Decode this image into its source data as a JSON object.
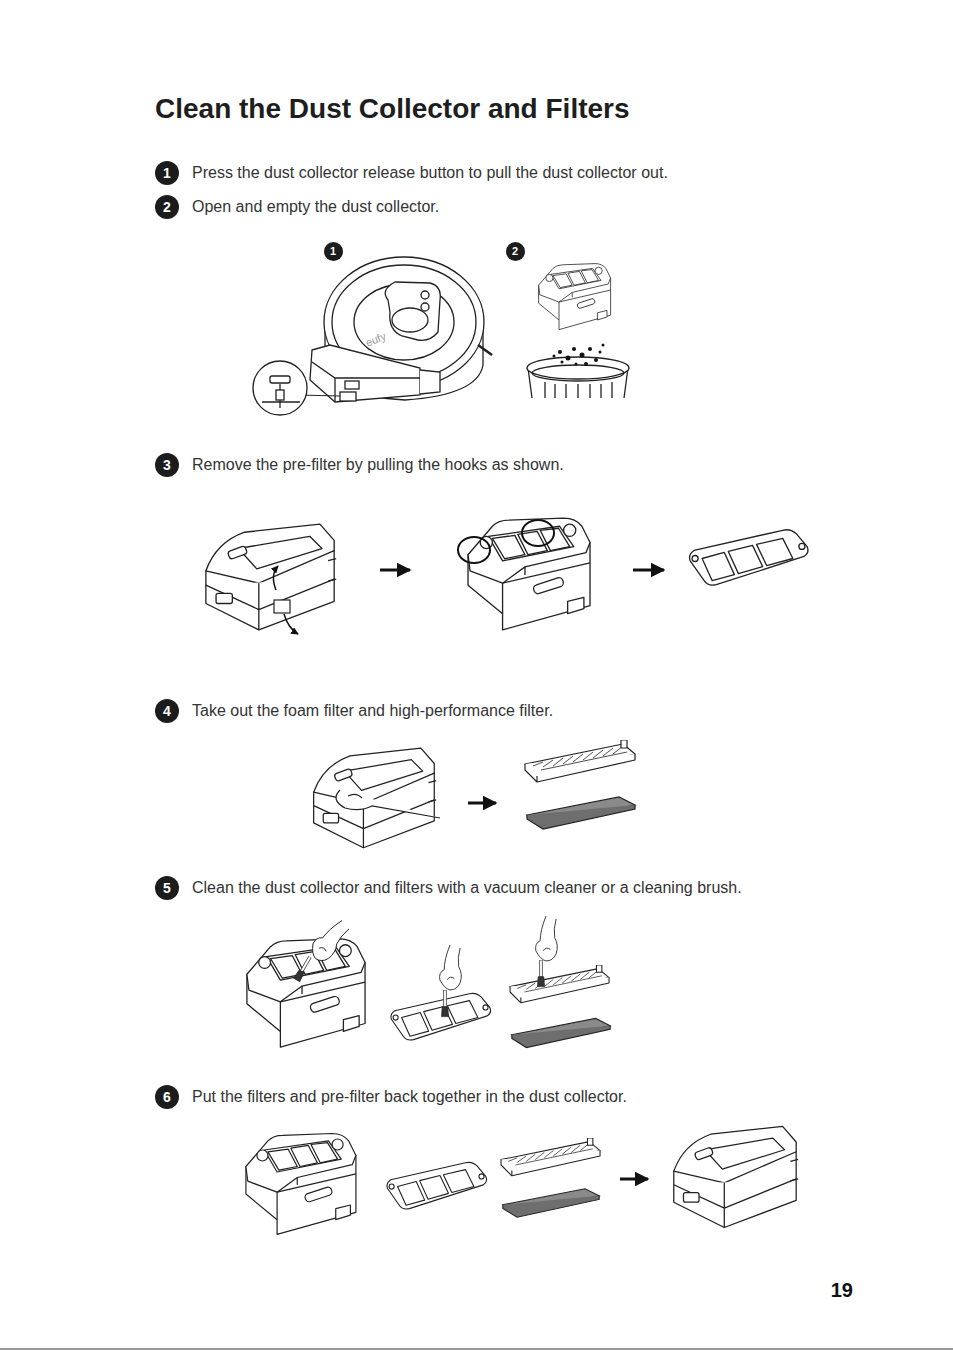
{
  "diagram": {
    "title": "Clean the Dust Collector and Filters",
    "nodes": [
      {
        "text": [
          "1"
        ]
      },
      {
        "text": [
          "2"
        ]
      },
      {
        "text": [
          "1"
        ]
      },
      {
        "text": [
          "2"
        ]
      },
      {
        "text": [
          "3"
        ]
      },
      {
        "text": [
          "4"
        ]
      },
      {
        "text": [
          "5"
        ]
      },
      {
        "text": [
          "6"
        ]
      }
    ],
    "labels": [
      "Press the dust collector release button to pull the dust collector out.",
      "Open and empty the dust collector.",
      "eufy",
      "Remove the pre-filter by pulling the hooks as shown.",
      "Take out the foam filter and high-performance filter.",
      "Clean the dust collector and filters with a vacuum cleaner or a cleaning brush.",
      "Put the filters and pre-filter back together in the dust collector.",
      "19"
    ]
  }
}
